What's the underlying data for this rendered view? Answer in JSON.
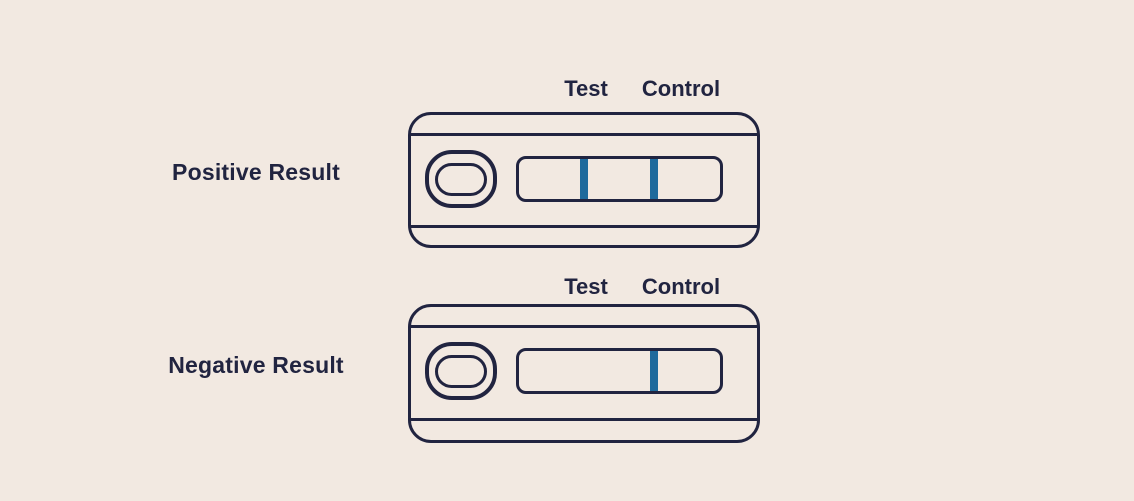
{
  "diagram": {
    "rows": [
      {
        "label": "Positive Result",
        "test_label": "Test",
        "control_label": "Control",
        "show_test_line": true,
        "show_control_line": true
      },
      {
        "label": "Negative Result",
        "test_label": "Test",
        "control_label": "Control",
        "show_test_line": false,
        "show_control_line": true
      }
    ]
  },
  "colors": {
    "background": "#f2e9e1",
    "outline": "#212440",
    "line": "#1e6a9c"
  }
}
